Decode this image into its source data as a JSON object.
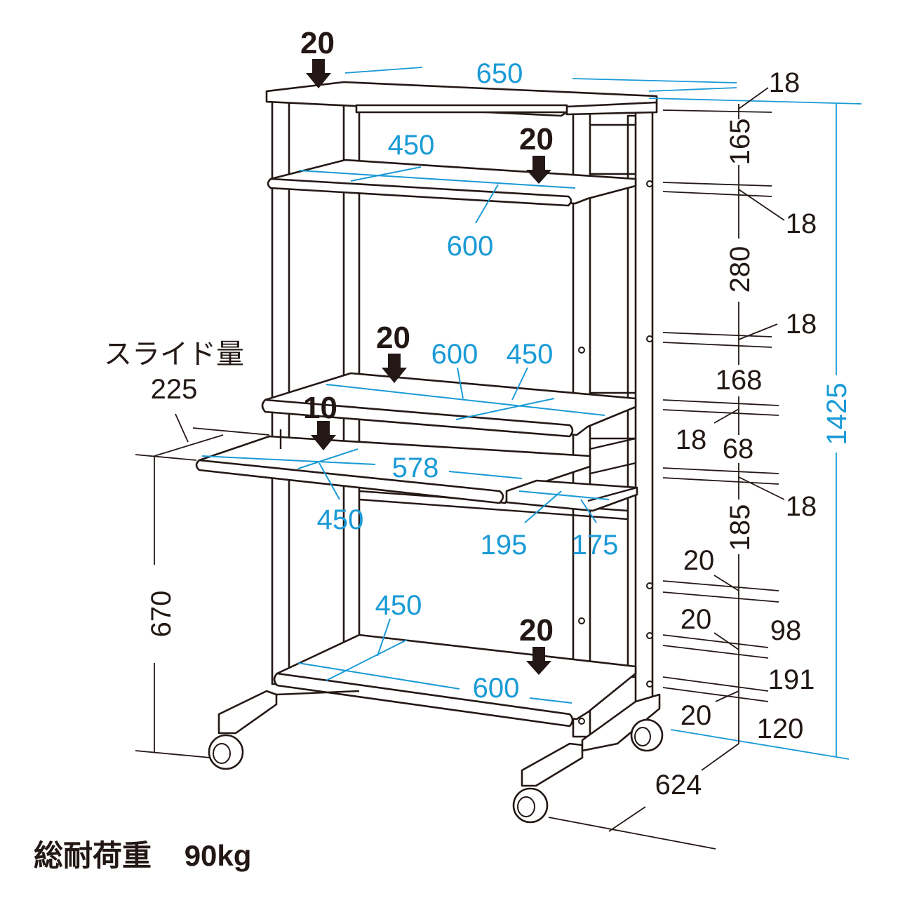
{
  "colors": {
    "line": "#231815",
    "dimension": "#1a9ad6",
    "background": "#ffffff"
  },
  "dimensions_mm": {
    "top_width": "650",
    "top_shelf_depth": "450",
    "top_shelf_width": "600",
    "middle_shelf_width": "600",
    "middle_shelf_depth": "450",
    "keyboard_tray_width": "578",
    "keyboard_tray_depth": "450",
    "mouse_tray_width": "195",
    "mouse_tray_depth": "175",
    "bottom_shelf_depth": "450",
    "bottom_shelf_width": "600",
    "overall_height": "1425",
    "keyboard_height": "670",
    "overall_depth": "624",
    "slide_label": "スライド量",
    "slide_value": "225"
  },
  "vertical_spacing_mm": [
    {
      "id": "top-board",
      "value": "18"
    },
    {
      "id": "gap-1",
      "value": "165"
    },
    {
      "id": "shelf-1",
      "value": "18"
    },
    {
      "id": "gap-2",
      "value": "280"
    },
    {
      "id": "shelf-2",
      "value": "18"
    },
    {
      "id": "gap-3",
      "value": "168"
    },
    {
      "id": "shelf-3",
      "value": "18"
    },
    {
      "id": "gap-4",
      "value": "68"
    },
    {
      "id": "keyboard-board",
      "value": "18"
    },
    {
      "id": "gap-5",
      "value": "185"
    },
    {
      "id": "bar-1",
      "value": "20"
    },
    {
      "id": "gap-6",
      "value": "98"
    },
    {
      "id": "bar-2",
      "value": "20"
    },
    {
      "id": "gap-7",
      "value": "191"
    },
    {
      "id": "bar-3",
      "value": "20"
    },
    {
      "id": "base",
      "value": "120"
    }
  ],
  "loads_kg": {
    "top": "20",
    "upper_shelf": "20",
    "middle_shelf": "20",
    "keyboard_tray": "10",
    "bottom_shelf": "20"
  },
  "total_load": {
    "label": "総耐荷重",
    "value": "90kg"
  }
}
